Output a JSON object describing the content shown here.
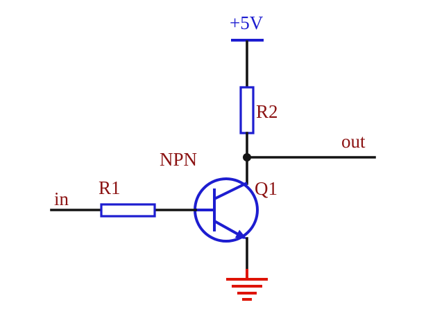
{
  "diagram": {
    "labels": {
      "supply": "+5V",
      "resistor_top": "R2",
      "output": "out",
      "transistor_type": "NPN",
      "transistor_ref": "Q1",
      "resistor_input": "R1",
      "input": "in"
    },
    "colors": {
      "component": "#1d1dd0",
      "label": "#8b1212",
      "wire": "#141414",
      "ground": "#de1405",
      "background": "#ffffff"
    }
  }
}
